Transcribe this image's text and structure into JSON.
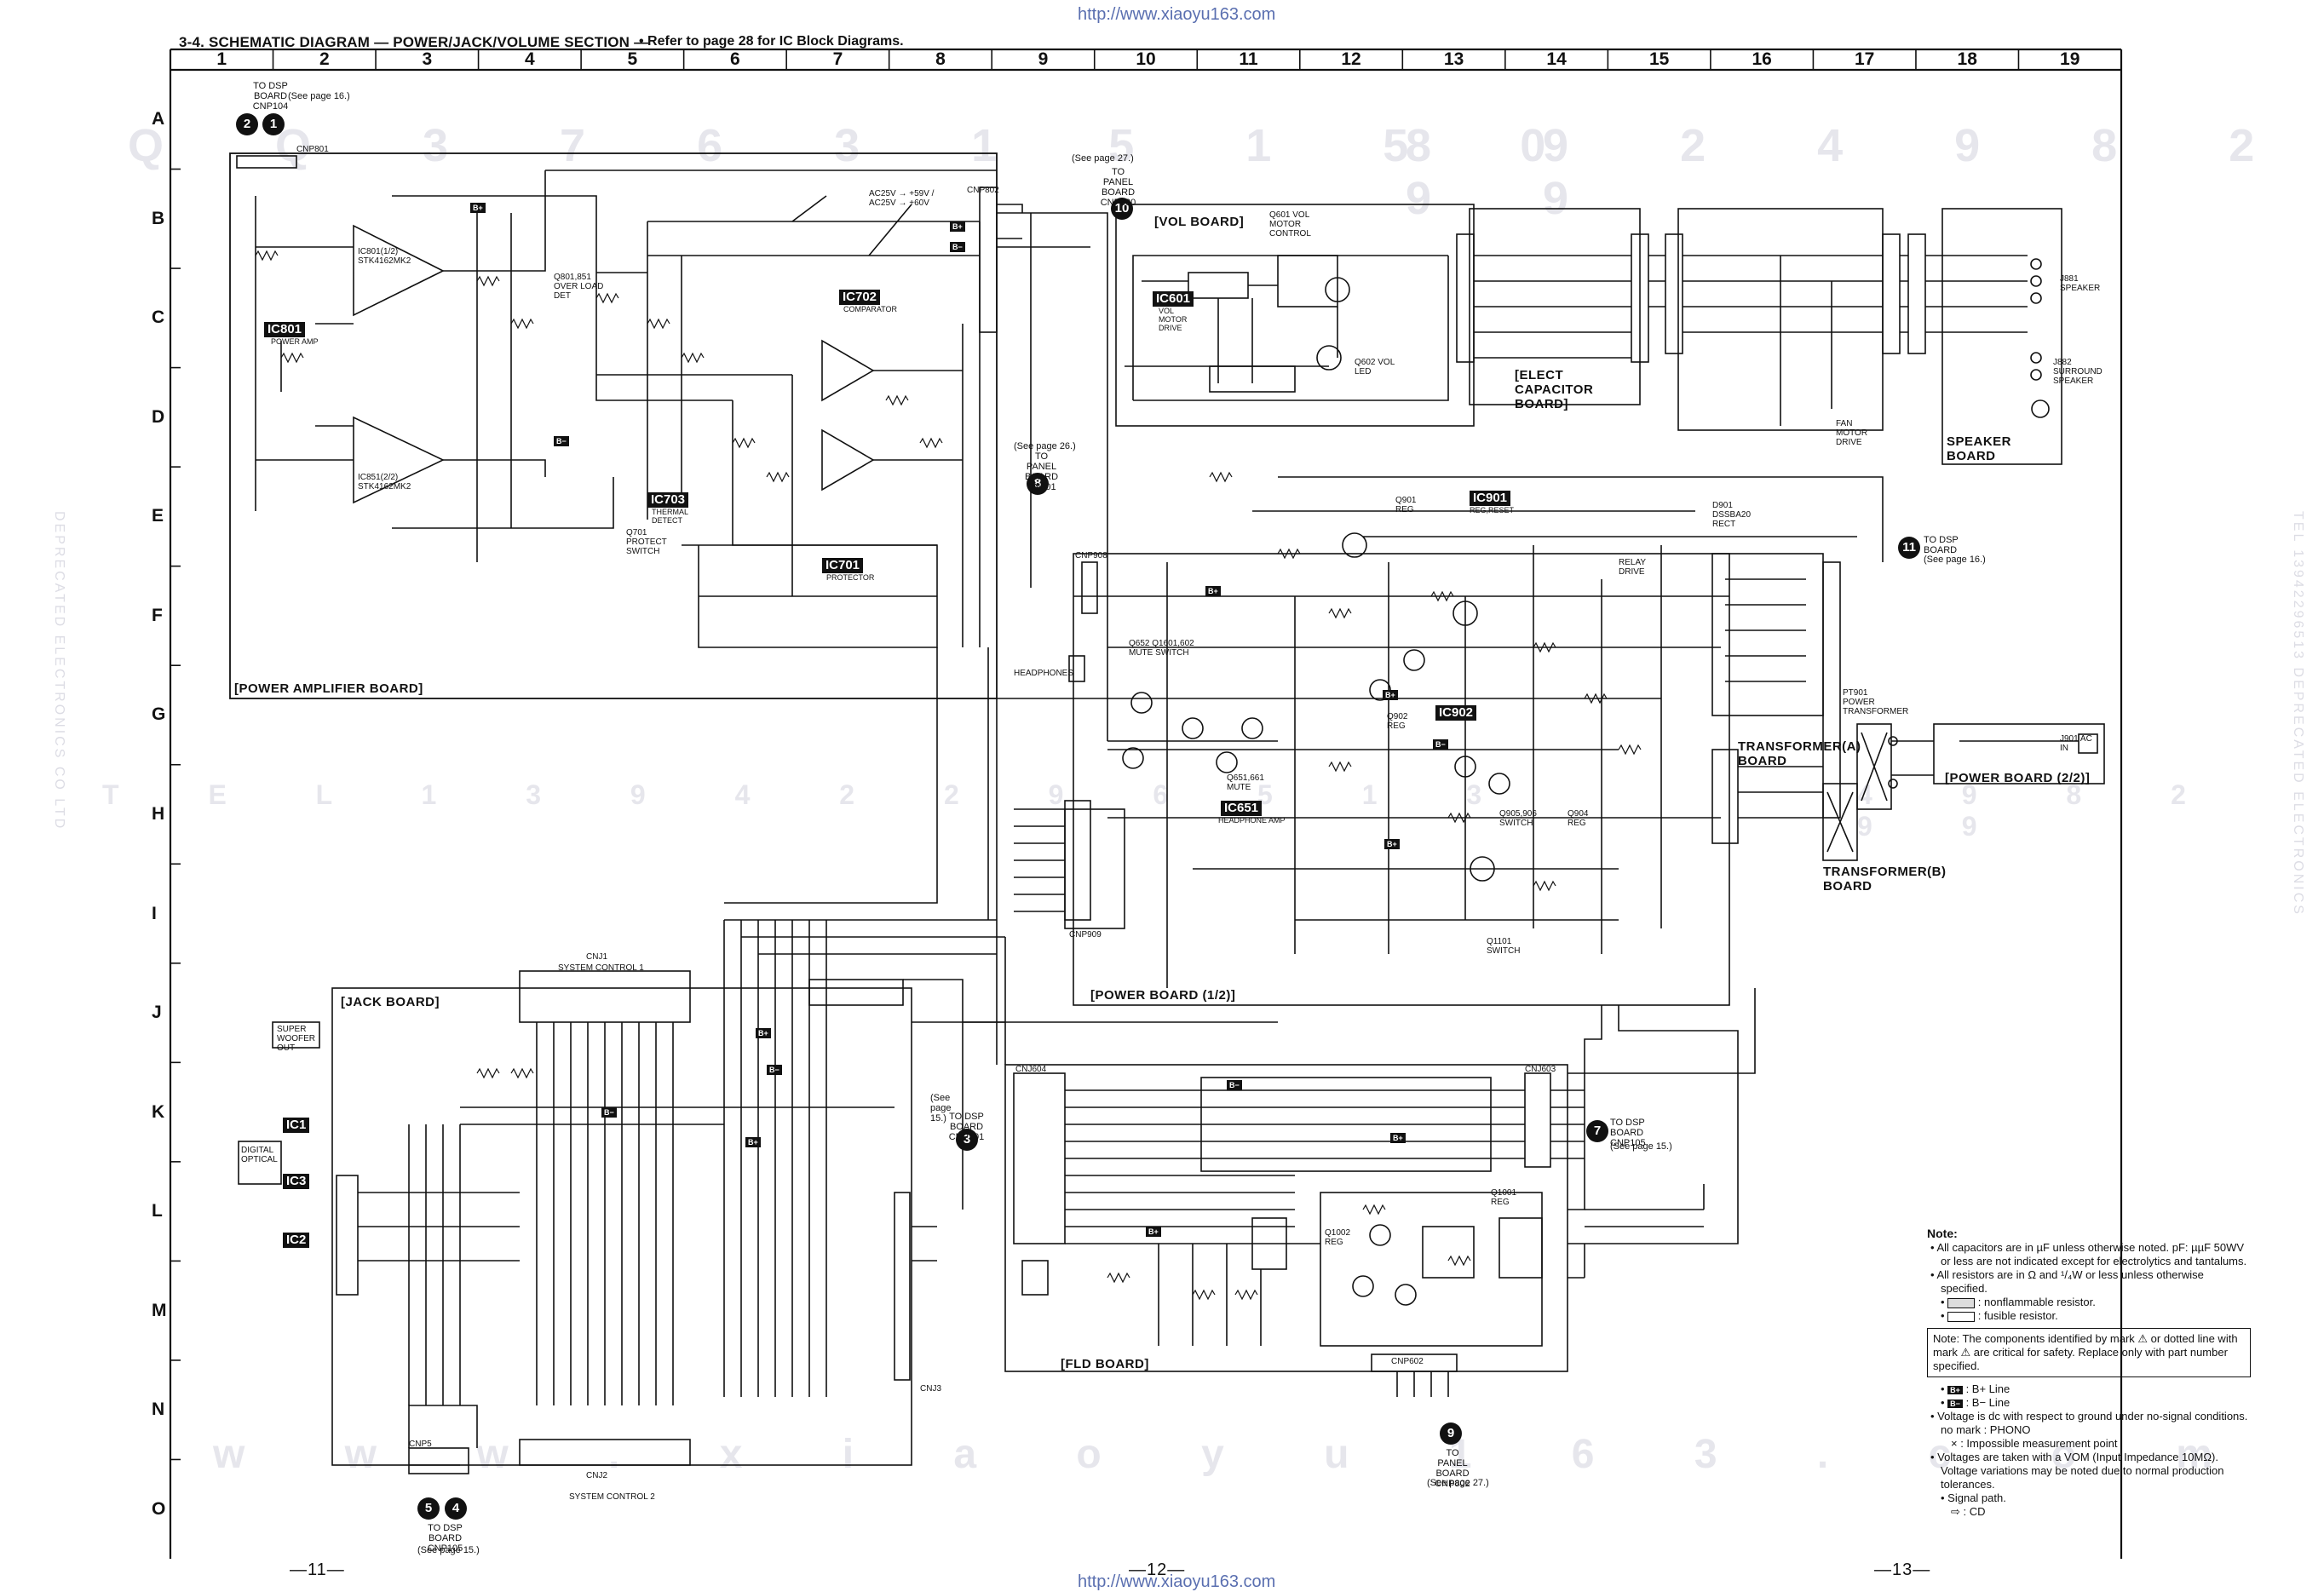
{
  "header": {
    "url_top": "http://www.xiaoyu163.com",
    "url_bottom": "http://www.xiaoyu163.com",
    "title": "3-4.  SCHEMATIC DIAGRAM  — POWER/JACK/VOLUME SECTION —",
    "refer": "• Refer to page 28 for IC Block Diagrams."
  },
  "columns": [
    "1",
    "2",
    "3",
    "4",
    "5",
    "6",
    "7",
    "8",
    "9",
    "10",
    "11",
    "12",
    "13",
    "14",
    "15",
    "16",
    "17",
    "18",
    "19"
  ],
  "rows": [
    "A",
    "B",
    "C",
    "D",
    "E",
    "F",
    "G",
    "H",
    "I",
    "J",
    "K",
    "L",
    "M",
    "N",
    "O"
  ],
  "watermarks": {
    "row_a": "Q Q 3 7 6 3 1 5 1 5 0",
    "row_a_right": "8 9 2 4 9 8 2 9 9",
    "row_h": "T E L 1 3 9 4 2 2 9 6 5 1 3",
    "row_h_right": "4 9 8 2 9 9",
    "row_n": "w w w . x i a o y u 1 6 3 . c o m",
    "side_left": "DEPRECATED ELECTRONICS CO LTD",
    "side_right": "TEL 13942296513 DEPRECATED ELECTRONICS"
  },
  "boards": {
    "power_amp": "[POWER AMPLIFIER BOARD]",
    "vol": "[VOL BOARD]",
    "elect_cap": "[ELECT CAPACITOR BOARD]",
    "speaker": "SPEAKER BOARD",
    "transformer_a": "TRANSFORMER(A) BOARD",
    "transformer_b": "TRANSFORMER(B) BOARD",
    "power_2_2": "[POWER BOARD (2/2)]",
    "power_1_2": "[POWER BOARD (1/2)]",
    "jack": "[JACK BOARD]",
    "fld": "[FLD BOARD]"
  },
  "ics": {
    "ic801": "IC801",
    "ic801_sub": "POWER AMP",
    "ic702": "IC702",
    "ic702_sub": "COMPARATOR",
    "ic703": "IC703",
    "ic703_sub": "THERMAL DETECT",
    "ic701": "IC701",
    "ic701_sub": "PROTECTOR",
    "ic601": "IC601",
    "ic601_sub": "VOL MOTOR DRIVE",
    "ic901": "IC901",
    "ic901_sub": "REG,RESET",
    "ic902": "IC902",
    "ic651": "IC651",
    "ic651_sub": "HEADPHONE AMP",
    "ic1": "IC1",
    "ic3": "IC3",
    "ic2": "IC2"
  },
  "connectors": {
    "c2": "2",
    "c1": "1",
    "c10": "10",
    "c8": "8",
    "c11": "11",
    "c3": "3",
    "c7": "7",
    "c9": "9",
    "c5": "5",
    "c4": "4",
    "to_dsp_top": "TO DSP BOARD CNP104",
    "see16a": "(See page 16.)",
    "see27a": "(See page 27.)",
    "to_panel_top": "TO PANEL BOARD CNP800",
    "see26": "(See page 26.)",
    "to_panel_mid": "TO PANEL BOARD CN301",
    "to_dsp_right": "TO DSP BOARD",
    "see16b": "(See page 16.)",
    "see15a": "(See page 15.)",
    "to_dsp_mid": "TO DSP BOARD CNP101",
    "to_dsp_k": "TO DSP BOARD CNP105",
    "see15b": "(See page 15.)",
    "to_panel_bot": "TO PANEL BOARD CNP802",
    "see27b": "(See page 27.)",
    "to_dsp_bot": "TO DSP BOARD CNP105",
    "see15c": "(See page 15.)"
  },
  "parts": {
    "cnp801": "CNP801",
    "ic801_name": "IC801(1/2) STK4162MK2",
    "ic801b_name": "IC851(2/2) STK4162MK2",
    "q801": "Q801,851 OVER LOAD DET",
    "q701": "Q701 PROTECT SWITCH",
    "q601": "Q601 VOL MOTOR CONTROL",
    "q602": "Q602 VOL LED",
    "q901": "Q901 REG",
    "q652": "Q652 Q1601,602 MUTE SWITCH",
    "q902": "Q902 REG",
    "q651": "Q651,661 MUTE",
    "q905": "Q905,906 SWITCH",
    "q904": "Q904 REG",
    "q1101": "Q1101 SWITCH",
    "q1001": "Q1001 REG",
    "q1002": "Q1002 REG",
    "d901": "D901 DSSBA20 RECT",
    "relay": "RELAY DRIVE",
    "fan_motor": "FAN MOTOR DRIVE",
    "pt901": "PT901 POWER TRANSFORMER",
    "j881": "J881 SPEAKER",
    "j882": "J882 SURROUND SPEAKER",
    "j901": "J901 AC IN",
    "cnj1": "CNJ1",
    "sys_ctrl1": "SYSTEM CONTROL 1",
    "cnj2": "CNJ2",
    "sys_ctrl2": "SYSTEM CONTROL 2",
    "cnj604": "CNJ604",
    "cnj603": "CNJ603",
    "cnp602": "CNP602",
    "cnp5": "CNP5",
    "cnj3": "CNJ3",
    "super_woofer": "SUPER WOOFER OUT",
    "digital_optical": "DIGITAL OPTICAL",
    "headphones": "HEADPHONES",
    "cnp908": "CNP908",
    "cnp909": "CNP909"
  },
  "notes": {
    "heading": "Note:",
    "n1": "All capacitors are in µF unless otherwise noted. pF: µµF 50WV or less are not indicated except for electrolytics and tantalums.",
    "n2": "All resistors are in Ω and ¹/₄W or less unless otherwise specified.",
    "n3": ": nonflammable resistor.",
    "n4": ": fusible resistor.",
    "box": "Note: The components identified by mark ⚠ or dotted line with mark ⚠ are critical for safety. Replace only with part number specified.",
    "bplus_label": "B+",
    "bplus_desc": ": B+ Line",
    "bminus_label": "B−",
    "bminus_desc": ": B− Line",
    "n5": "Voltage is dc with respect to ground under no-signal conditions.",
    "n5a": "no mark : PHONO",
    "n5b": "× : Impossible measurement point",
    "n6": "Voltages are taken with a VOM (Input Impedance 10MΩ). Voltage variations may be noted due to normal production tolerances.",
    "n7": "Signal path.",
    "n7a": ": CD"
  },
  "pages": {
    "p11": "—11—",
    "p12": "—12—",
    "p13": "—13—"
  },
  "line_labels": {
    "cnp802": "CNP802",
    "ac": "AC25V → +59V / AC25V → +60V"
  }
}
